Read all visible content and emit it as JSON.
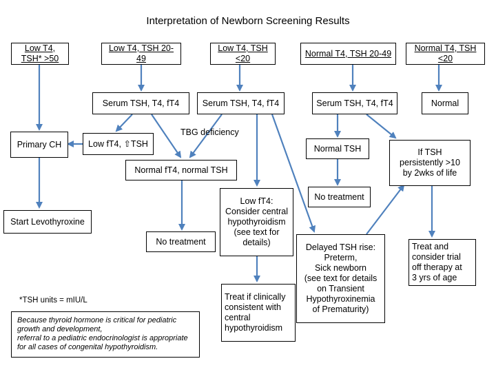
{
  "title": "Interpretation of Newborn Screening Results",
  "colors": {
    "arrow": "#4F81BD",
    "border": "#000000"
  },
  "top_row": {
    "a": "Low T4, TSH* >50",
    "b": "Low T4, TSH 20-49",
    "c": "Low T4, TSH <20",
    "d": "Normal T4, TSH 20-49",
    "e": "Normal T4, TSH <20"
  },
  "second_row": {
    "serum_b": "Serum TSH, T4, fT4",
    "serum_c": "Serum TSH, T4, fT4",
    "serum_d": "Serum TSH, T4, fT4",
    "normal": "Normal"
  },
  "third_row": {
    "primary_ch": "Primary CH",
    "low_ft4": "Low fT4, ⇧TSH",
    "tbg": "TBG deficiency",
    "normal_ft4": "Normal fT4, normal TSH",
    "normal_tsh": "Normal TSH",
    "if_tsh": [
      "If TSH",
      "persistently >10",
      "by 2wks of life"
    ]
  },
  "outcomes": {
    "start_levo": "Start Levothyroxine",
    "no_treatment_1": "No treatment",
    "no_treatment_2": "No treatment",
    "central": [
      "Low fT4:",
      "Consider central",
      "hypothyroidism",
      "(see text for",
      "details)"
    ],
    "delayed": [
      "Delayed TSH rise:",
      "Preterm,",
      "Sick newborn",
      "(see text for details",
      "on Transient",
      "Hypothyroxinemia",
      "of Prematurity)"
    ],
    "treat_central": [
      "Treat if clinically",
      "consistent with",
      "central",
      "hypothyroidism"
    ],
    "treat_trial": [
      "Treat and",
      "consider trial",
      "off therapy at",
      "3 yrs of age"
    ]
  },
  "footnote": "*TSH units = mIU/L",
  "note_lines": [
    "Because thyroid hormone is critical for pediatric",
    "growth and development,",
    "referral to a pediatric endocrinologist is appropriate",
    "for all cases of congenital hypothyroidism."
  ]
}
